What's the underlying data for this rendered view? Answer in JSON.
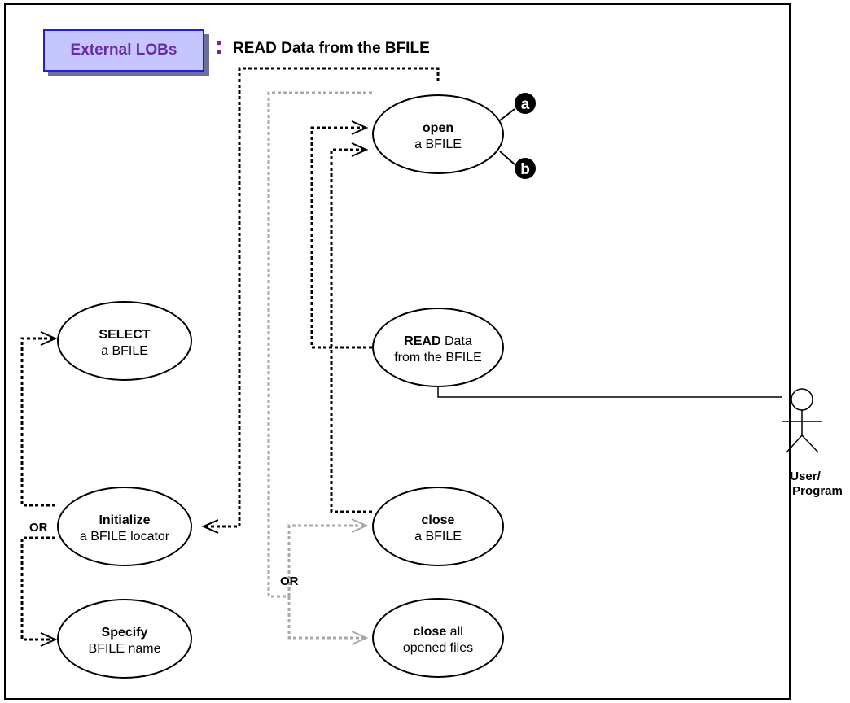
{
  "header": {
    "category": "External LOBs",
    "separator": ":",
    "title": "READ Data from the BFILE"
  },
  "nodes": {
    "open": {
      "bold": "open",
      "rest": "a BFILE"
    },
    "select": {
      "bold": "SELECT",
      "rest": "a BFILE"
    },
    "read": {
      "bold": "READ",
      "rest_line1": " Data",
      "line2": "from the BFILE"
    },
    "initialize": {
      "bold": "Initialize",
      "rest": "a BFILE locator"
    },
    "close": {
      "bold": "close",
      "rest": "a BFILE"
    },
    "specify": {
      "bold": "Specify",
      "rest": "BFILE name"
    },
    "close_all": {
      "bold": "close",
      "rest_line1": " all",
      "line2": "opened files"
    }
  },
  "callouts": {
    "a": "a",
    "b": "b"
  },
  "or_labels": {
    "left": "OR",
    "middle": "OR"
  },
  "actor": {
    "line1": "User/",
    "line2": "Program"
  },
  "colors": {
    "dark_line": "#000000",
    "gray_line": "#a8a8a8",
    "badge_fill": "#c6c6ff",
    "badge_text": "#6a2aa8"
  }
}
